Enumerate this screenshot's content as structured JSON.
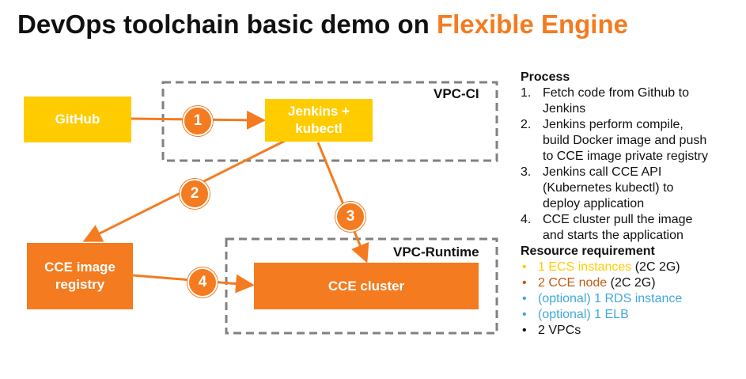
{
  "title": {
    "main": "DevOps toolchain basic demo on ",
    "brand": "Flexible Engine"
  },
  "colors": {
    "yellow": "#ffcc00",
    "orange": "#f47b20",
    "brown": "#c55a11",
    "blue": "#41a8dd",
    "dash": "#808080"
  },
  "vpcs": {
    "ci": "VPC-CI",
    "runtime": "VPC-Runtime"
  },
  "nodes": {
    "github": "GitHub",
    "jenkins_line1": "Jenkins +",
    "jenkins_line2": "kubectl",
    "registry_line1": "CCE image",
    "registry_line2": "registry",
    "cluster": "CCE cluster"
  },
  "steps": [
    "1",
    "2",
    "3",
    "4"
  ],
  "process": {
    "heading": "Process",
    "items": [
      {
        "num": "1.",
        "lines": [
          "Fetch code from Github to",
          "Jenkins"
        ]
      },
      {
        "num": "2.",
        "lines": [
          "Jenkins perform compile,",
          "build Docker image and push",
          "to CCE image private registry"
        ]
      },
      {
        "num": "3.",
        "lines": [
          "Jenkins call CCE API",
          "(Kubernetes kubectl) to",
          "deploy application"
        ]
      },
      {
        "num": "4.",
        "lines": [
          "CCE cluster pull the image",
          "and starts the application"
        ]
      }
    ]
  },
  "resources": {
    "heading": "Resource requirement",
    "items": [
      {
        "main": "1 ECS instances",
        "extra": " (2C 2G)",
        "color": "yellow"
      },
      {
        "main": "2 CCE node",
        "extra": " (2C 2G)",
        "color": "brown"
      },
      {
        "main": "(optional) 1 RDS instance",
        "extra": "",
        "color": "blue"
      },
      {
        "main": "(optional) 1 ELB",
        "extra": "",
        "color": "blue"
      },
      {
        "main": "2 VPCs",
        "extra": "",
        "color": "black"
      }
    ]
  }
}
